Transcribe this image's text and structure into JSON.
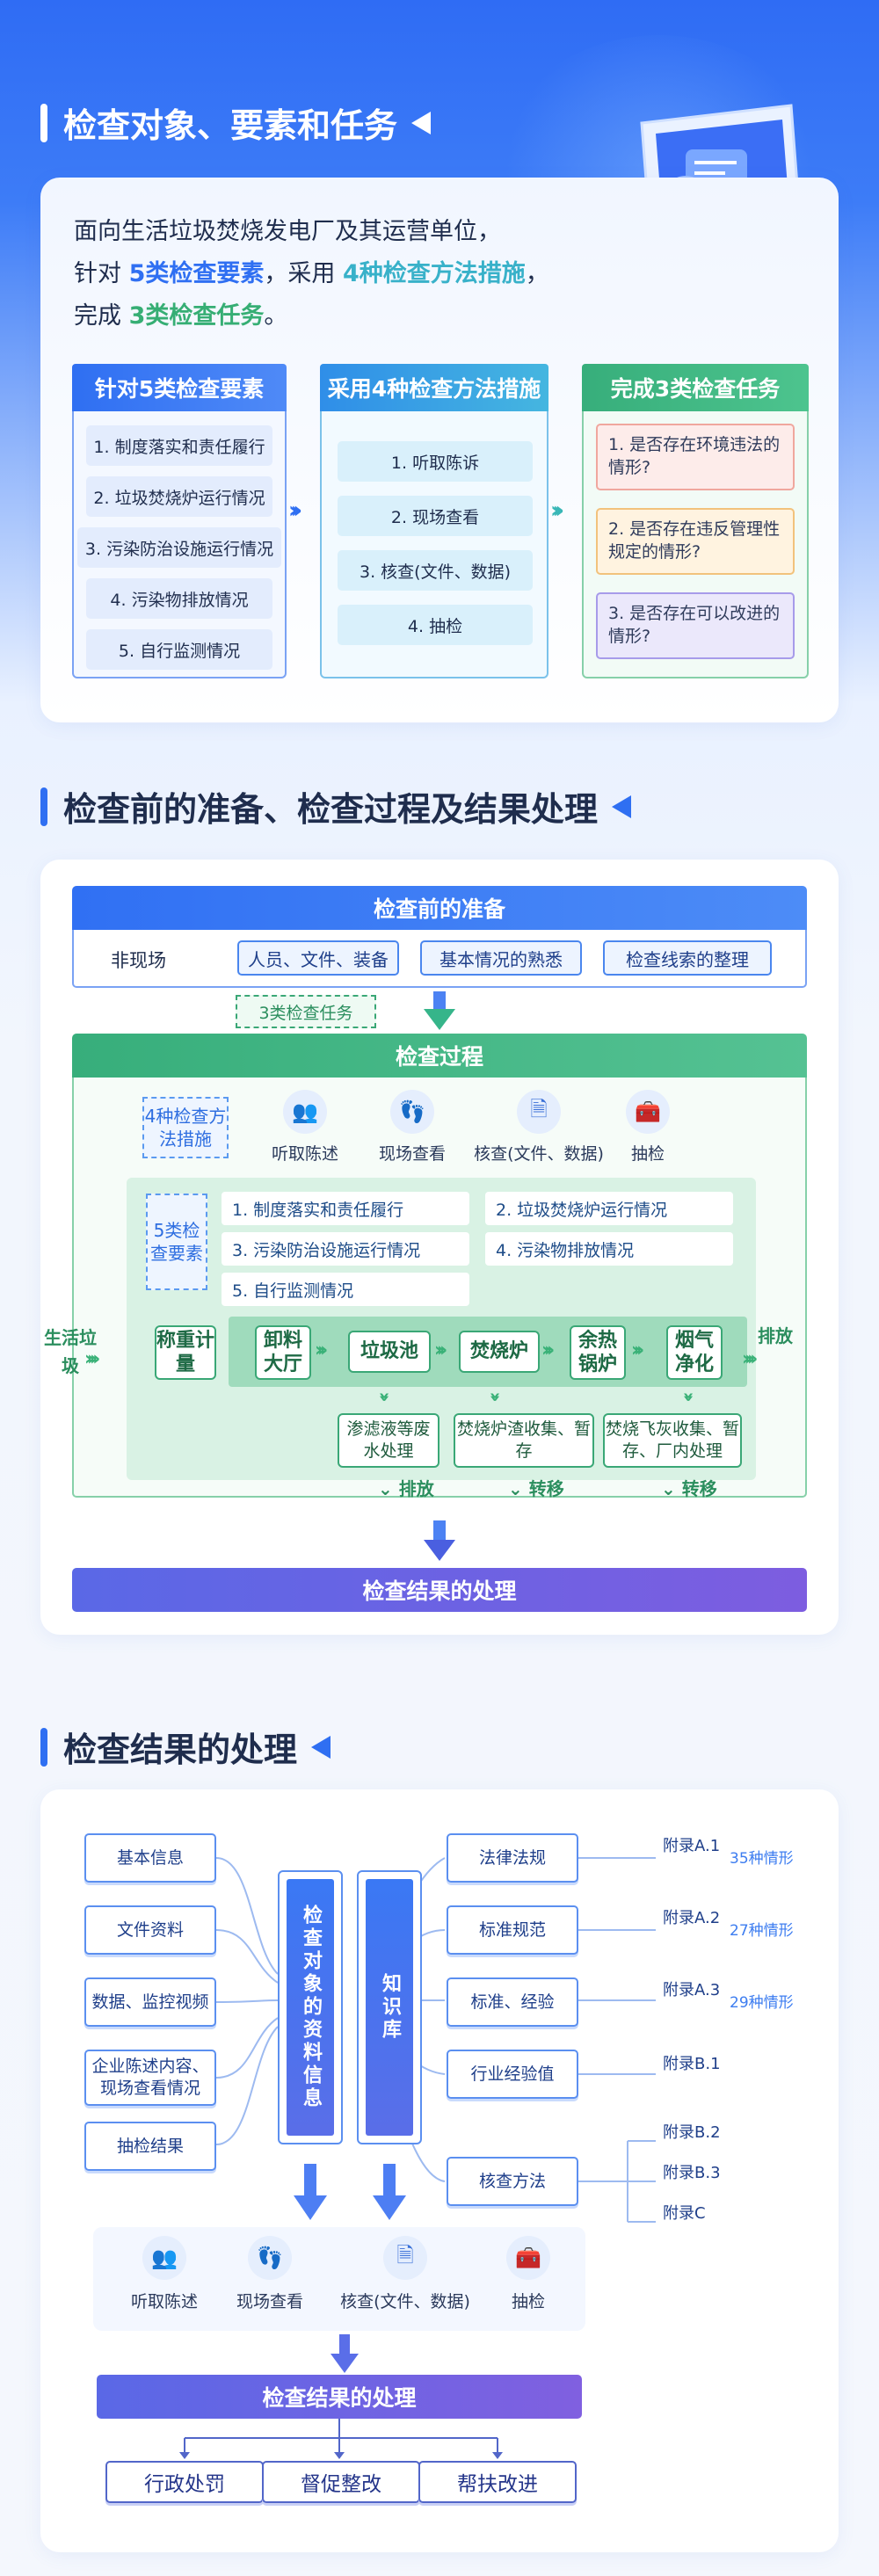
{
  "section1": {
    "title": "检查对象、要素和任务",
    "intro_line1": "面向生活垃圾焚烧发电厂及其运营单位，",
    "intro_line2_a": "针对",
    "intro_line2_b": "5类检查要素",
    "intro_line2_c": "，采用",
    "intro_line2_d": "4种检查方法措施",
    "intro_line2_e": "，",
    "intro_line3_a": "完成",
    "intro_line3_b": "3类检查任务",
    "intro_line3_c": "。",
    "col1": {
      "title": "针对5类检查要素",
      "items": [
        "1. 制度落实和责任履行",
        "2. 垃圾焚烧炉运行情况",
        "3. 污染防治设施运行情况",
        "4. 污染物排放情况",
        "5. 自行监测情况"
      ]
    },
    "col2": {
      "title": "采用4种检查方法措施",
      "items": [
        "1. 听取陈诉",
        "2. 现场查看",
        "3. 核查(文件、数据)",
        "4. 抽检"
      ]
    },
    "col3": {
      "title": "完成3类检查任务",
      "items": [
        "1. 是否存在环境违法的情形?",
        "2. 是否存在违反管理性规定的情形?",
        "3. 是否存在可以改进的情形?"
      ]
    }
  },
  "section2": {
    "title": "检查前的准备、检查过程及结果处理",
    "prep_title": "检查前的准备",
    "offsite_label": "非现场",
    "prep_items": [
      "人员、文件、装备",
      "基本情况的熟悉",
      "检查线索的整理"
    ],
    "task_tag": "3类检查任务",
    "process_title": "检查过程",
    "methods_label": "4种检查方法措施",
    "methods": [
      "听取陈述",
      "现场查看",
      "核查(文件、数据)",
      "抽检"
    ],
    "elements_label": "5类检查要素",
    "elements": [
      "1. 制度落实和责任履行",
      "2. 垃圾焚烧炉运行情况",
      "3. 污染防治设施运行情况",
      "4. 污染物排放情况",
      "5. 自行监测情况"
    ],
    "input_label": "生活垃圾",
    "output_label": "排放",
    "flow": [
      "称重计量",
      "卸料大厅",
      "垃圾池",
      "焚烧炉",
      "余热锅炉",
      "烟气净化"
    ],
    "subs": [
      {
        "text": "渗滤液等废水处理",
        "label": "排放"
      },
      {
        "text": "焚烧炉渣收集、暂存",
        "label": "转移"
      },
      {
        "text": "焚烧飞灰收集、暂存、厂内处理",
        "label": "转移"
      }
    ],
    "result_title": "检查结果的处理"
  },
  "section3": {
    "title": "检查结果的处理",
    "left_items": [
      "基本信息",
      "文件资料",
      "数据、监控视频",
      "企业陈述内容、现场查看情况",
      "抽检结果"
    ],
    "center1": "检查对象的资料信息",
    "center2": "知识库",
    "right_items": [
      "法律法规",
      "标准规范",
      "标准、经验",
      "行业经验值",
      "核查方法"
    ],
    "appendices": [
      {
        "name": "附录A.1",
        "count": "35种情形"
      },
      {
        "name": "附录A.2",
        "count": "27种情形"
      },
      {
        "name": "附录A.3",
        "count": "29种情形"
      },
      {
        "name": "附录B.1",
        "count": ""
      }
    ],
    "method_appendices": [
      "附录B.2",
      "附录B.3",
      "附录C"
    ],
    "methods": [
      "听取陈述",
      "现场查看",
      "核查(文件、数据)",
      "抽检"
    ],
    "result_title": "检查结果的处理",
    "outcomes": [
      "行政处罚",
      "督促整改",
      "帮扶改进"
    ]
  },
  "colors": {
    "blue": "#2f6ff2",
    "green": "#3aa776",
    "purple": "#6b5bd9"
  }
}
